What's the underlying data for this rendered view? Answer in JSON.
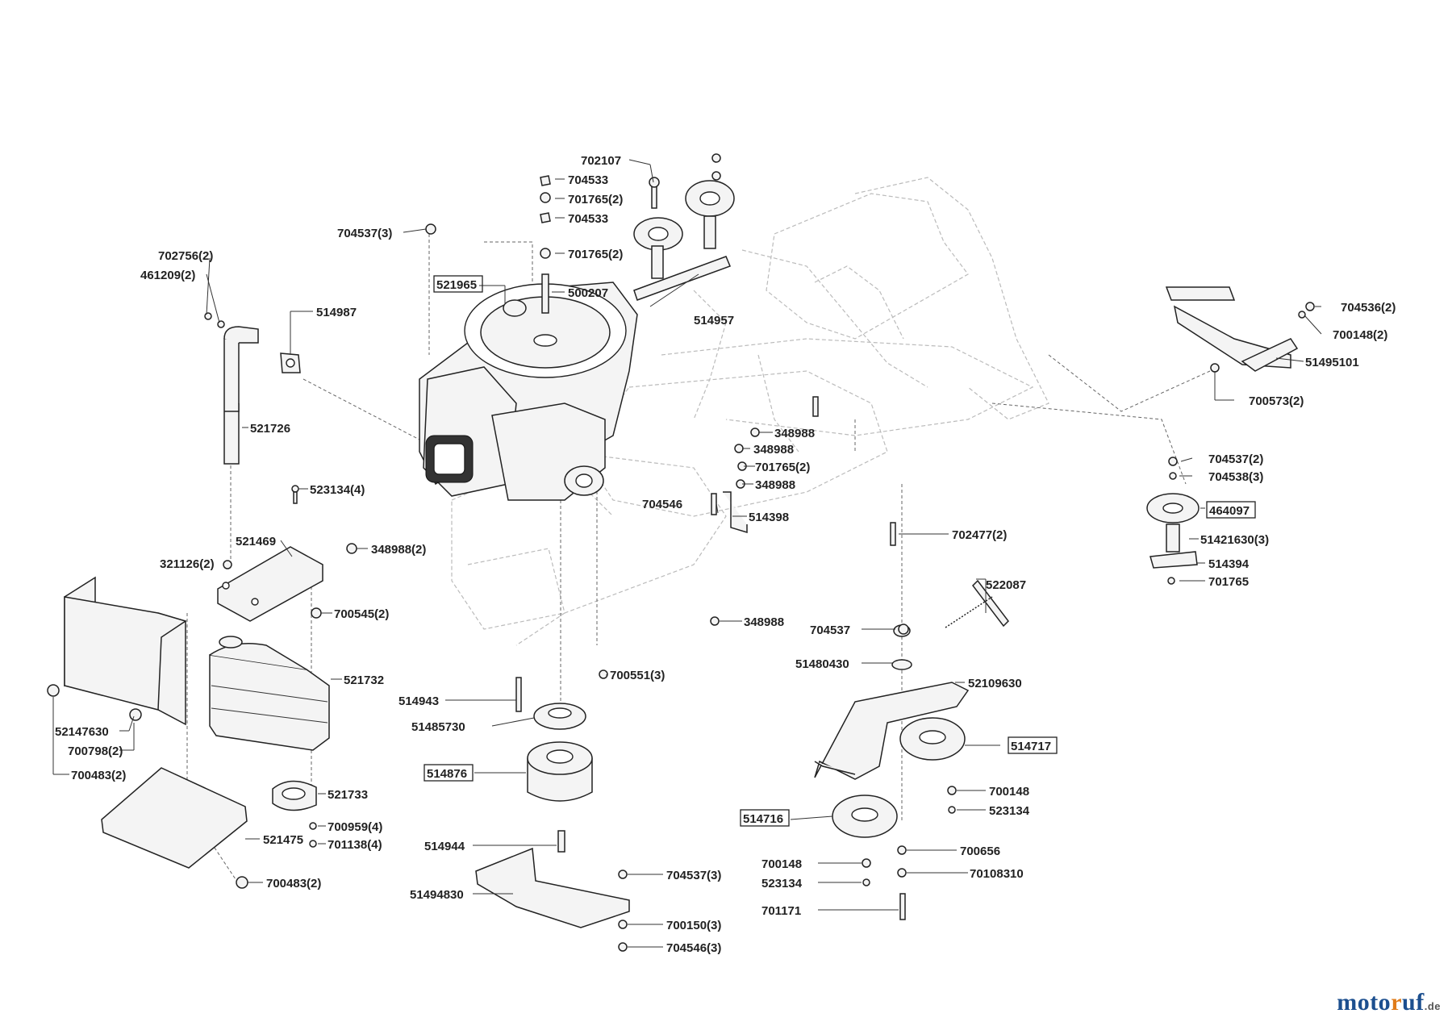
{
  "labels": [
    {
      "id": "702107",
      "text": "702107",
      "boxed": false
    },
    {
      "id": "704533a",
      "text": "704533",
      "boxed": false
    },
    {
      "id": "701765a",
      "text": "701765(2)",
      "boxed": false
    },
    {
      "id": "704533b",
      "text": "704533",
      "boxed": false
    },
    {
      "id": "704537-3",
      "text": "704537(3)",
      "boxed": false
    },
    {
      "id": "701765b",
      "text": "701765(2)",
      "boxed": false
    },
    {
      "id": "702756",
      "text": "702756(2)",
      "boxed": false
    },
    {
      "id": "521965",
      "text": "521965",
      "boxed": true
    },
    {
      "id": "500207",
      "text": "500207",
      "boxed": false
    },
    {
      "id": "461209",
      "text": "461209(2)",
      "boxed": false
    },
    {
      "id": "514987",
      "text": "514987",
      "boxed": false
    },
    {
      "id": "514957",
      "text": "514957",
      "boxed": false
    },
    {
      "id": "704536",
      "text": "704536(2)",
      "boxed": false
    },
    {
      "id": "700148-2",
      "text": "700148(2)",
      "boxed": false
    },
    {
      "id": "51495101",
      "text": "51495101",
      "boxed": false
    },
    {
      "id": "700573",
      "text": "700573(2)",
      "boxed": false
    },
    {
      "id": "521726",
      "text": "521726",
      "boxed": false
    },
    {
      "id": "348988a",
      "text": "348988",
      "boxed": false
    },
    {
      "id": "348988b",
      "text": "348988",
      "boxed": false
    },
    {
      "id": "701765c",
      "text": "701765(2)",
      "boxed": false
    },
    {
      "id": "348988c",
      "text": "348988",
      "boxed": false
    },
    {
      "id": "704537-2",
      "text": "704537(2)",
      "boxed": false
    },
    {
      "id": "704538",
      "text": "704538(3)",
      "boxed": false
    },
    {
      "id": "464097",
      "text": "464097",
      "boxed": true
    },
    {
      "id": "523134-4",
      "text": "523134(4)",
      "boxed": false
    },
    {
      "id": "704546",
      "text": "704546",
      "boxed": false
    },
    {
      "id": "514398",
      "text": "514398",
      "boxed": false
    },
    {
      "id": "51421630",
      "text": "51421630(3)",
      "boxed": false
    },
    {
      "id": "702477",
      "text": "702477(2)",
      "boxed": false
    },
    {
      "id": "521469",
      "text": "521469",
      "boxed": false
    },
    {
      "id": "348988-2",
      "text": "348988(2)",
      "boxed": false
    },
    {
      "id": "514394",
      "text": "514394",
      "boxed": false
    },
    {
      "id": "321126",
      "text": "321126(2)",
      "boxed": false
    },
    {
      "id": "701765d",
      "text": "701765",
      "boxed": false
    },
    {
      "id": "522087",
      "text": "522087",
      "boxed": false
    },
    {
      "id": "700545",
      "text": "700545(2)",
      "boxed": false
    },
    {
      "id": "348988d",
      "text": "348988",
      "boxed": false
    },
    {
      "id": "704537",
      "text": "704537",
      "boxed": false
    },
    {
      "id": "51480430",
      "text": "51480430",
      "boxed": false
    },
    {
      "id": "700551",
      "text": "700551(3)",
      "boxed": false
    },
    {
      "id": "521732",
      "text": "521732",
      "boxed": false
    },
    {
      "id": "514943",
      "text": "514943",
      "boxed": false
    },
    {
      "id": "52109630",
      "text": "52109630",
      "boxed": false
    },
    {
      "id": "52147630",
      "text": "52147630",
      "boxed": false
    },
    {
      "id": "51485730",
      "text": "51485730",
      "boxed": false
    },
    {
      "id": "700798",
      "text": "700798(2)",
      "boxed": false
    },
    {
      "id": "514717",
      "text": "514717",
      "boxed": true
    },
    {
      "id": "514876",
      "text": "514876",
      "boxed": true
    },
    {
      "id": "700483a",
      "text": "700483(2)",
      "boxed": false
    },
    {
      "id": "700148a",
      "text": "700148",
      "boxed": false
    },
    {
      "id": "521733",
      "text": "521733",
      "boxed": false
    },
    {
      "id": "523134a",
      "text": "523134",
      "boxed": false
    },
    {
      "id": "514716",
      "text": "514716",
      "boxed": true
    },
    {
      "id": "700959",
      "text": "700959(4)",
      "boxed": false
    },
    {
      "id": "521475",
      "text": "521475",
      "boxed": false
    },
    {
      "id": "701138",
      "text": "701138(4)",
      "boxed": false
    },
    {
      "id": "514944",
      "text": "514944",
      "boxed": false
    },
    {
      "id": "700656",
      "text": "700656",
      "boxed": false
    },
    {
      "id": "700148b",
      "text": "700148",
      "boxed": false
    },
    {
      "id": "70108310",
      "text": "70108310",
      "boxed": false
    },
    {
      "id": "704537-3b",
      "text": "704537(3)",
      "boxed": false
    },
    {
      "id": "523134b",
      "text": "523134",
      "boxed": false
    },
    {
      "id": "700483b",
      "text": "700483(2)",
      "boxed": false
    },
    {
      "id": "51494830",
      "text": "51494830",
      "boxed": false
    },
    {
      "id": "701171",
      "text": "701171",
      "boxed": false
    },
    {
      "id": "700150",
      "text": "700150(3)",
      "boxed": false
    },
    {
      "id": "704546-3",
      "text": "704546(3)",
      "boxed": false
    }
  ],
  "watermark": {
    "part1": "moto",
    "part2": "r",
    "part3": "uf",
    "tld": ".de"
  }
}
